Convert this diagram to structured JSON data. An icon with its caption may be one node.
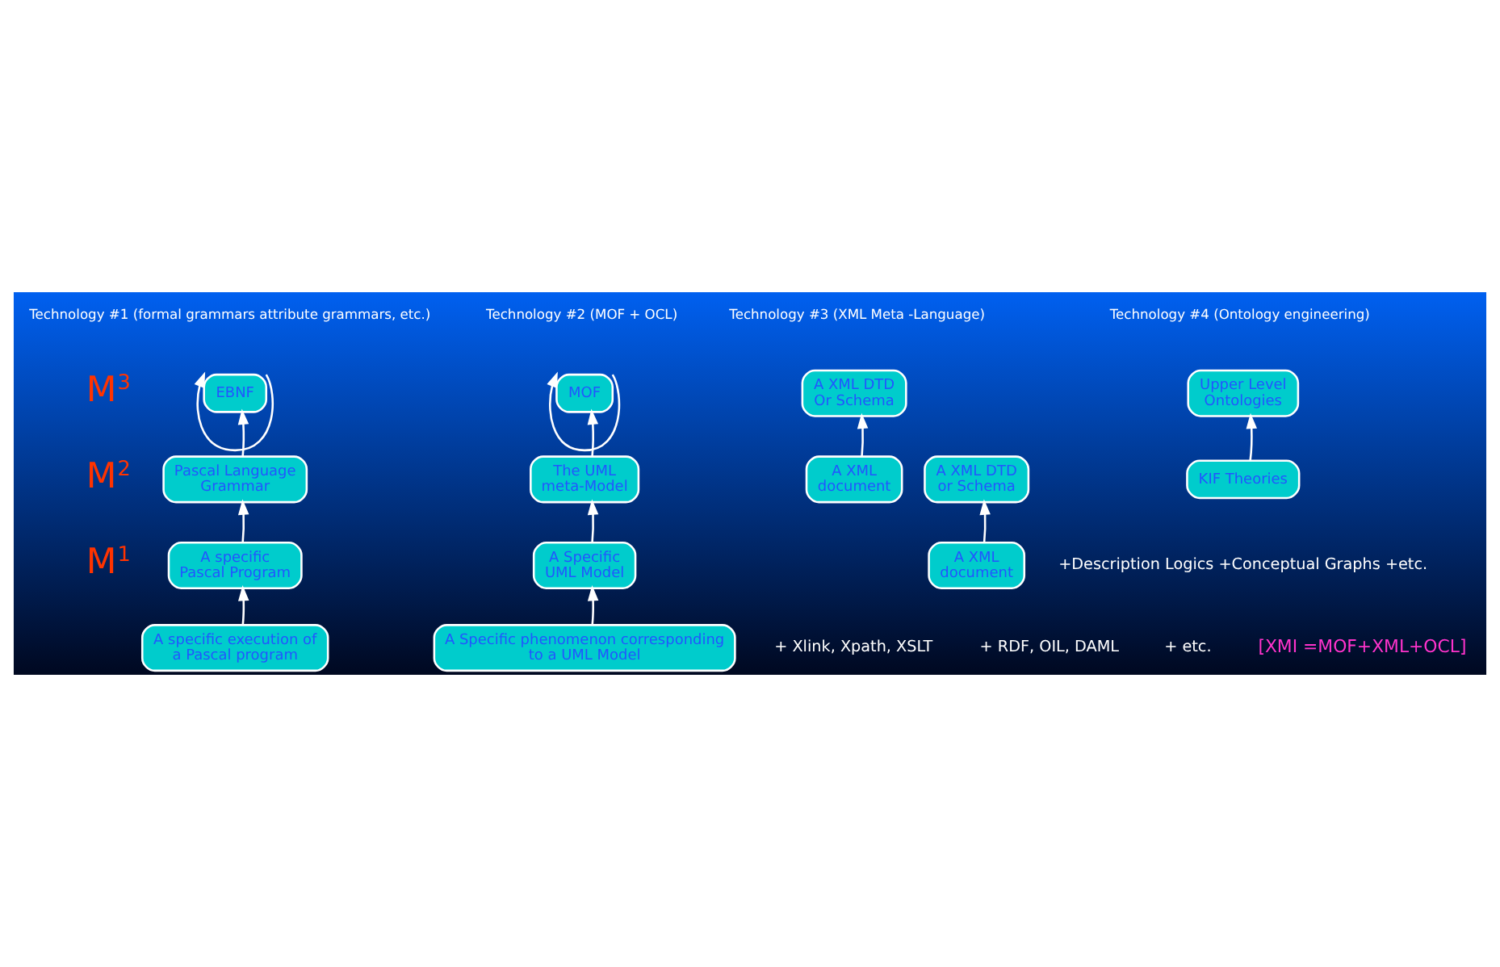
{
  "diagram": {
    "nodes": [
      {
        "text": [
          "EBNF"
        ]
      },
      {
        "text": [
          "Pascal Language Grammar"
        ]
      },
      {
        "text": [
          "A specific Pascal Program"
        ]
      },
      {
        "text": [
          "A specific execution of a Pascal program"
        ]
      },
      {
        "text": [
          "MOF"
        ]
      },
      {
        "text": [
          "The UML meta-Model"
        ]
      },
      {
        "text": [
          "A Specific UML Model"
        ]
      },
      {
        "text": [
          "A Specific phenomenon corresponding to a UML Model"
        ]
      },
      {
        "text": [
          "A XML DTD Or Schema"
        ]
      },
      {
        "text": [
          "A XML document"
        ]
      },
      {
        "text": [
          "A XML DTD or Schema"
        ]
      },
      {
        "text": [
          "A XML document"
        ]
      },
      {
        "text": [
          "Upper Level Ontologies"
        ]
      },
      {
        "text": [
          "KIF Theories"
        ]
      }
    ],
    "edges": [
      {
        "from": 0,
        "to": 0,
        "arrow": "to"
      },
      {
        "from": 1,
        "to": 0,
        "arrow": "to"
      },
      {
        "from": 2,
        "to": 1,
        "arrow": "to"
      },
      {
        "from": 3,
        "to": 2,
        "arrow": "to"
      },
      {
        "from": 4,
        "to": 4,
        "arrow": "to"
      },
      {
        "from": 5,
        "to": 4,
        "arrow": "to"
      },
      {
        "from": 6,
        "to": 5,
        "arrow": "to"
      },
      {
        "from": 7,
        "to": 6,
        "arrow": "to"
      },
      {
        "from": 9,
        "to": 8,
        "arrow": "to"
      },
      {
        "from": 11,
        "to": 10,
        "arrow": "to"
      },
      {
        "from": 13,
        "to": 12,
        "arrow": "to"
      }
    ],
    "labels": [
      "Technology #1 (formal grammars attribute grammars, etc.)",
      "Technology #2 (MOF + OCL)",
      "Technology #3 (XML Meta -Language)",
      "Technology #4 (Ontology engineering)",
      "M$^{3}$",
      "M$^{2}$",
      "M$^{1}$",
      "+Description Logics +Conceptual Graphs +etc.",
      "+ Xlink, Xpath, XSLT",
      "+ RDF, OIL, DAML",
      "+ etc.",
      "[XMI =MOF+XML+OCL]"
    ]
  }
}
